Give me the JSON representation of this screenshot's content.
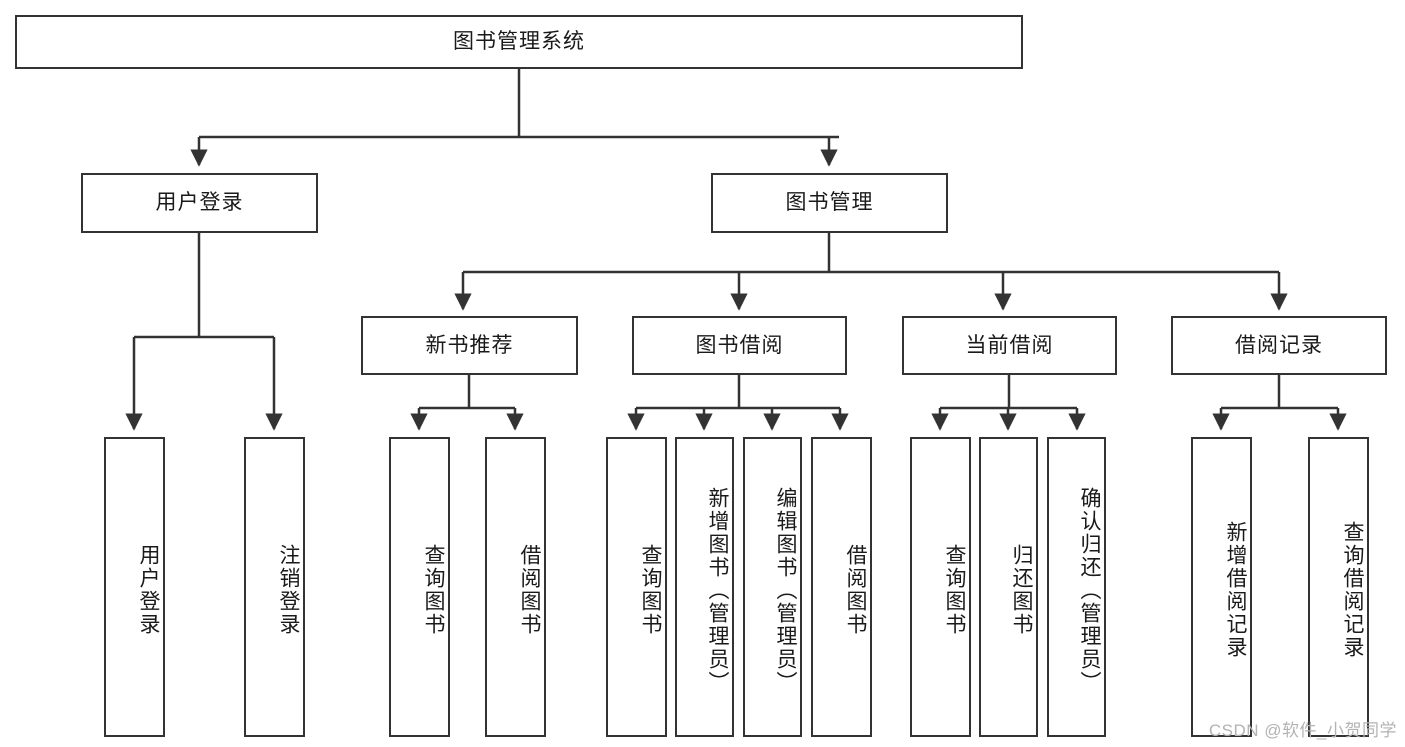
{
  "diagram": {
    "title_node": {
      "label": "图书管理系统"
    },
    "level2": [
      {
        "id": "user-login",
        "label": "用户登录"
      },
      {
        "id": "book-management",
        "label": "图书管理"
      }
    ],
    "level3": [
      {
        "id": "new-book-recommend",
        "label": "新书推荐"
      },
      {
        "id": "book-borrow",
        "label": "图书借阅"
      },
      {
        "id": "current-borrow",
        "label": "当前借阅"
      },
      {
        "id": "borrow-record",
        "label": "借阅记录"
      }
    ],
    "leaves": {
      "user_login": [
        {
          "id": "leaf-user-login",
          "label": "用户登录"
        },
        {
          "id": "leaf-logout-login",
          "label": "注销登录"
        }
      ],
      "new_book_recommend": [
        {
          "id": "leaf-query-book-1",
          "label": "查询图书"
        },
        {
          "id": "leaf-borrow-book-1",
          "label": "借阅图书"
        }
      ],
      "book_borrow": [
        {
          "id": "leaf-query-book-2",
          "label": "查询图书"
        },
        {
          "id": "leaf-add-book",
          "label": "新增图书（管理员）"
        },
        {
          "id": "leaf-edit-book",
          "label": "编辑图书（管理员）"
        },
        {
          "id": "leaf-borrow-book-2",
          "label": "借阅图书"
        }
      ],
      "current_borrow": [
        {
          "id": "leaf-query-book-3",
          "label": "查询图书"
        },
        {
          "id": "leaf-return-book",
          "label": "归还图书"
        },
        {
          "id": "leaf-confirm-return",
          "label": "确认归还（管理员）"
        }
      ],
      "borrow_record": [
        {
          "id": "leaf-add-record",
          "label": "新增借阅记录"
        },
        {
          "id": "leaf-query-record",
          "label": "查询借阅记录"
        }
      ]
    }
  },
  "watermark": {
    "text": "CSDN @软件_小贺同学"
  },
  "colors": {
    "border": "#333333",
    "background": "#ffffff",
    "text": "#1a1a1a",
    "watermark": "#b3b3b3"
  }
}
